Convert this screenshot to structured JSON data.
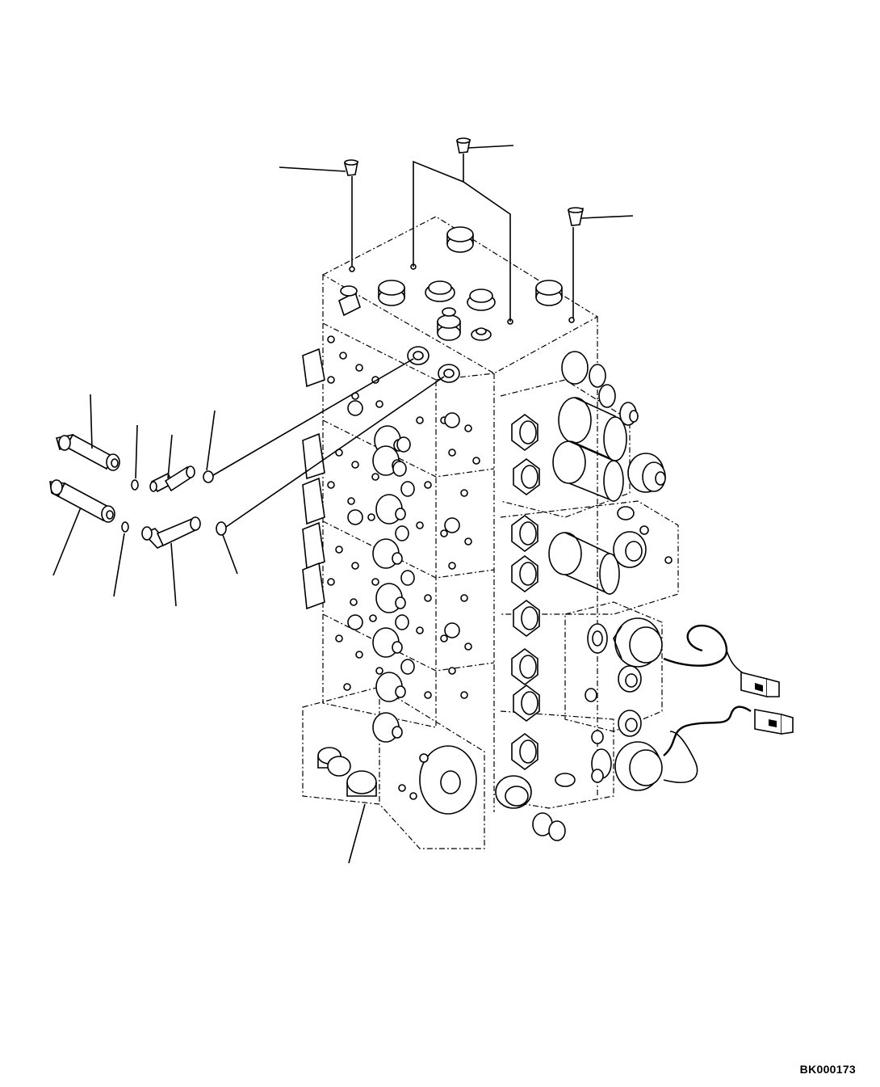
{
  "drawing": {
    "code": "BK000173"
  },
  "colors": {
    "ink": "#000000",
    "paper": "#ffffff"
  },
  "callouts": [
    {
      "id": "top-left-plug"
    },
    {
      "id": "top-center-plugs"
    },
    {
      "id": "top-right-plug"
    },
    {
      "id": "relief-valve-upper"
    },
    {
      "id": "oring-small-upper"
    },
    {
      "id": "elbow-upper"
    },
    {
      "id": "oring-upper"
    },
    {
      "id": "relief-valve-lower"
    },
    {
      "id": "oring-small-lower"
    },
    {
      "id": "elbow-lower"
    },
    {
      "id": "oring-lower"
    },
    {
      "id": "valve-body"
    }
  ]
}
